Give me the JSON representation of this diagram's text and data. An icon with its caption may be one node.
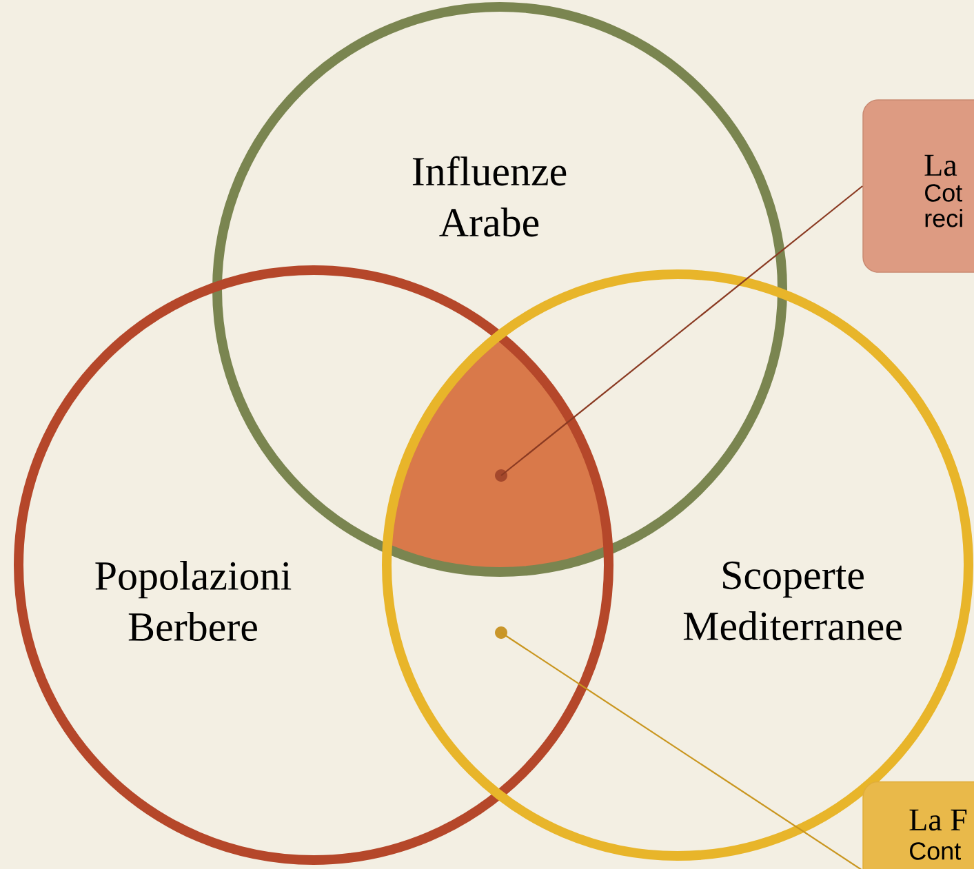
{
  "diagram": {
    "nodes": [
      {
        "text": [
          "Influenze Arabe"
        ]
      },
      {
        "text": [
          "La",
          "Cot reci"
        ]
      },
      {
        "text": [
          "Popolazioni Berbere"
        ]
      },
      {
        "text": [
          "Scoperte Mediterranee"
        ]
      },
      {
        "text": [],
        "shape": "circle"
      },
      {
        "text": [],
        "shape": "circle"
      },
      {
        "text": [
          "La F",
          "Cont"
        ]
      }
    ],
    "edges": [
      {
        "from": 1,
        "to": 4,
        "arrow": "none",
        "color": "#8a3a22"
      },
      {
        "from": 6,
        "to": 5,
        "arrow": "none",
        "color": "#c9961f"
      }
    ]
  }
}
